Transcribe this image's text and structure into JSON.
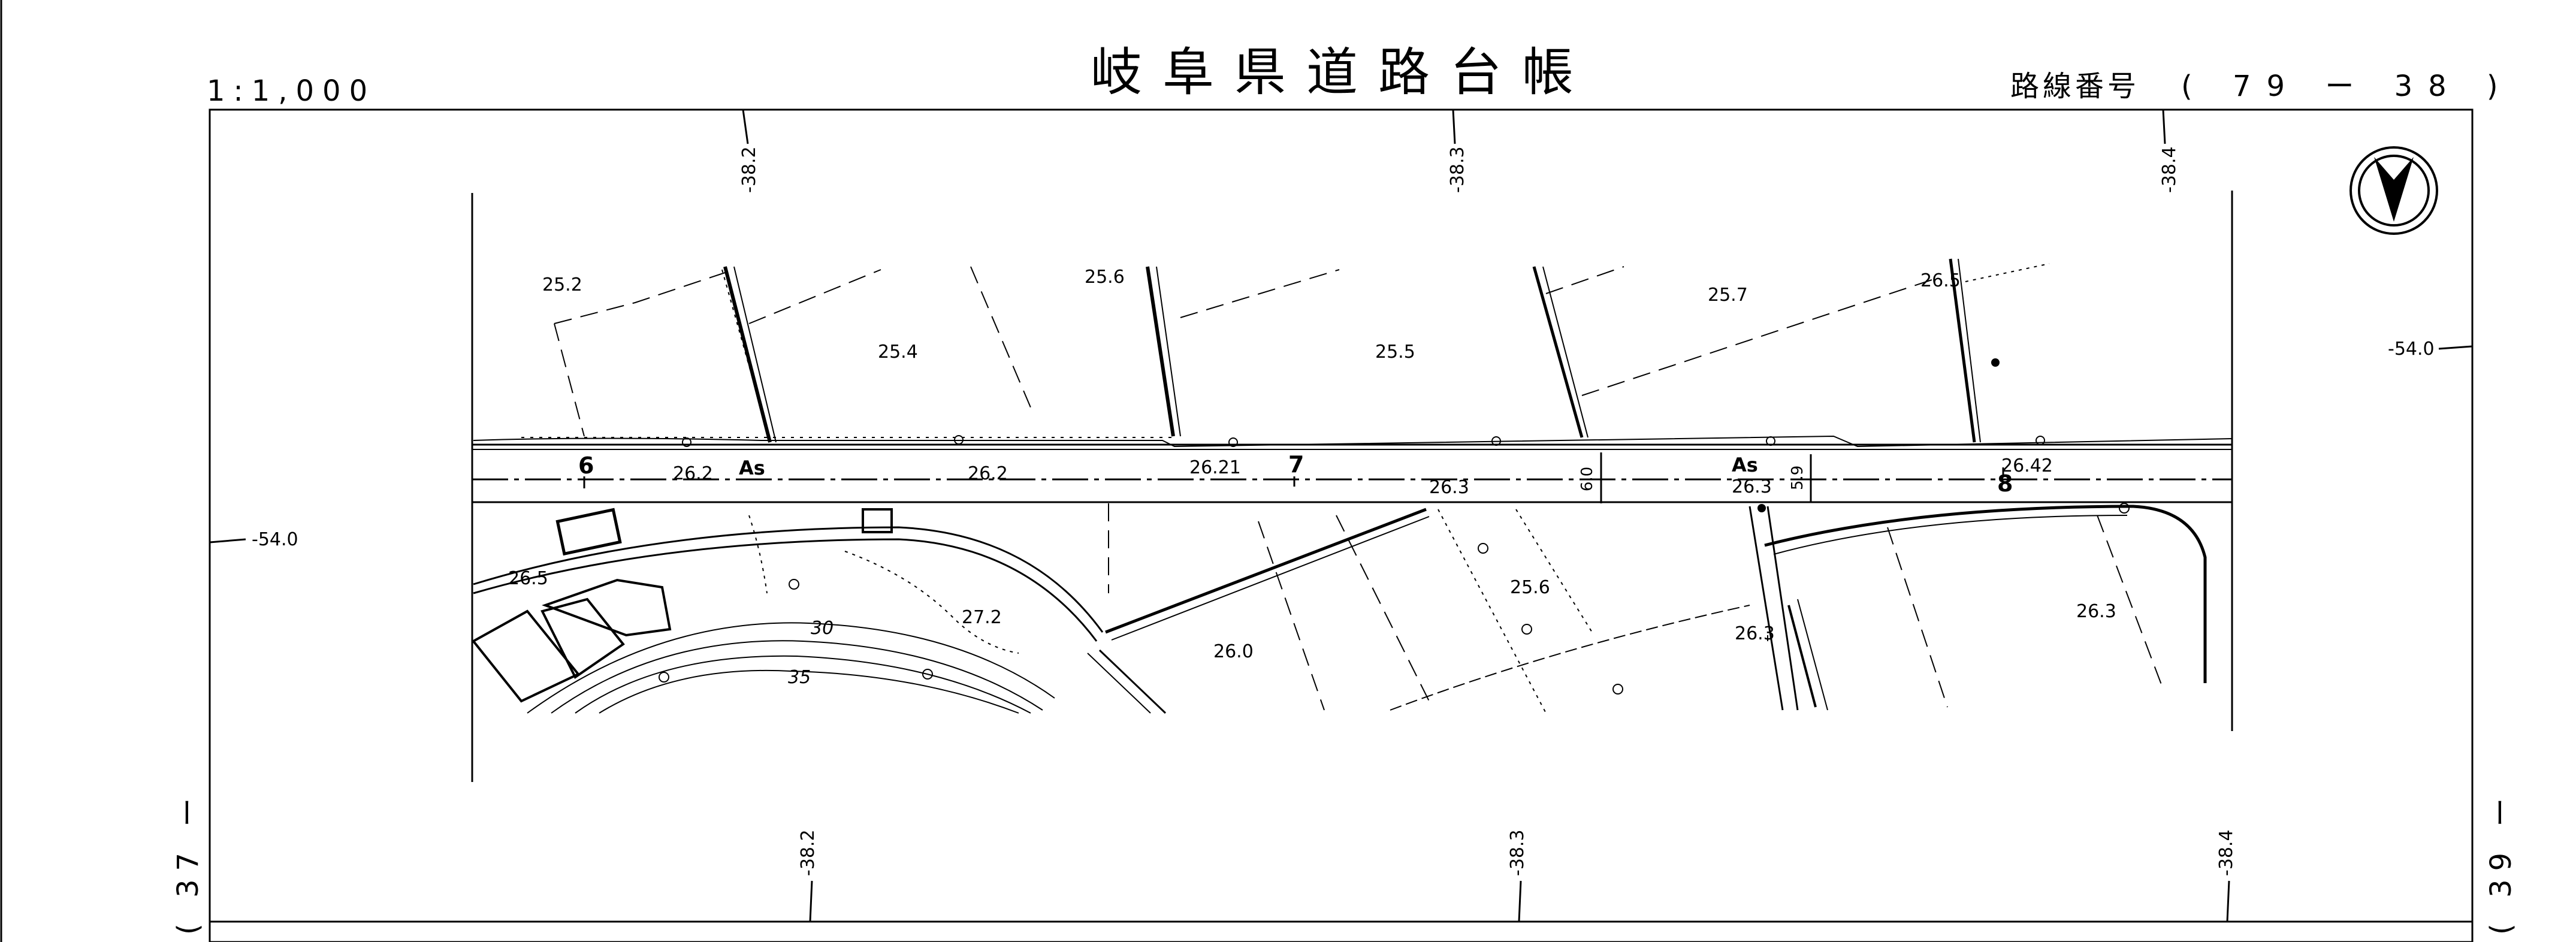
{
  "sheet": {
    "title": "岐阜県道路台帳",
    "scale": "1:1,000",
    "route_label": "路線番号",
    "route_no": "( 79 ー 38 )",
    "adjacent_left": "( 37 ー",
    "adjacent_right": "( 39 ー"
  },
  "grid": {
    "x_top": [
      "-38.2",
      "-38.3",
      "-38.4"
    ],
    "x_bottom": [
      "-38.2",
      "-38.3",
      "-38.4"
    ],
    "y_left": "-54.0",
    "y_right": "-54.0"
  },
  "stations": [
    "6",
    "7",
    "8"
  ],
  "surface": [
    "As",
    "As"
  ],
  "elevations": {
    "e252": "25.2",
    "e254": "25.4",
    "e256": "25.6",
    "e255": "25.5",
    "e257": "25.7",
    "e265": "26.5",
    "e262a": "26.2",
    "e262b": "26.2",
    "e2621": "26.21",
    "e263a": "26.3",
    "e263b": "26.3",
    "e2642": "26.42",
    "e265b": "26.5",
    "e272": "27.2",
    "e260": "26.0",
    "e256b": "25.6",
    "e263c": "26.3",
    "e263d": "26.3"
  },
  "widths": [
    "6.0",
    "5.9"
  ],
  "contours": [
    "30",
    "35"
  ],
  "icons": [
    "north-arrow-icon"
  ]
}
